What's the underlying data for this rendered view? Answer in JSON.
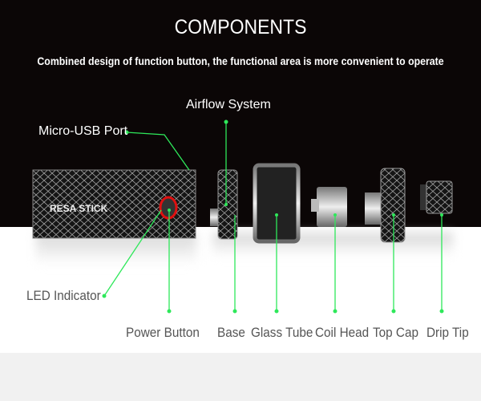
{
  "header": {
    "title": "COMPONENTS",
    "subtitle": "Combined design of function button, the functional area is more convenient to operate"
  },
  "product": {
    "brand_text": "RESA STICK"
  },
  "labels": {
    "micro_usb": "Micro-USB Port",
    "airflow": "Airflow System",
    "led": "LED Indicator",
    "power": "Power Button",
    "base": "Base",
    "glass": "Glass Tube",
    "coil": "Coil Head",
    "top_cap": "Top Cap",
    "drip_tip": "Drip Tip"
  },
  "colors": {
    "accent": "#2ee85a",
    "led_ring": "#e01010"
  }
}
